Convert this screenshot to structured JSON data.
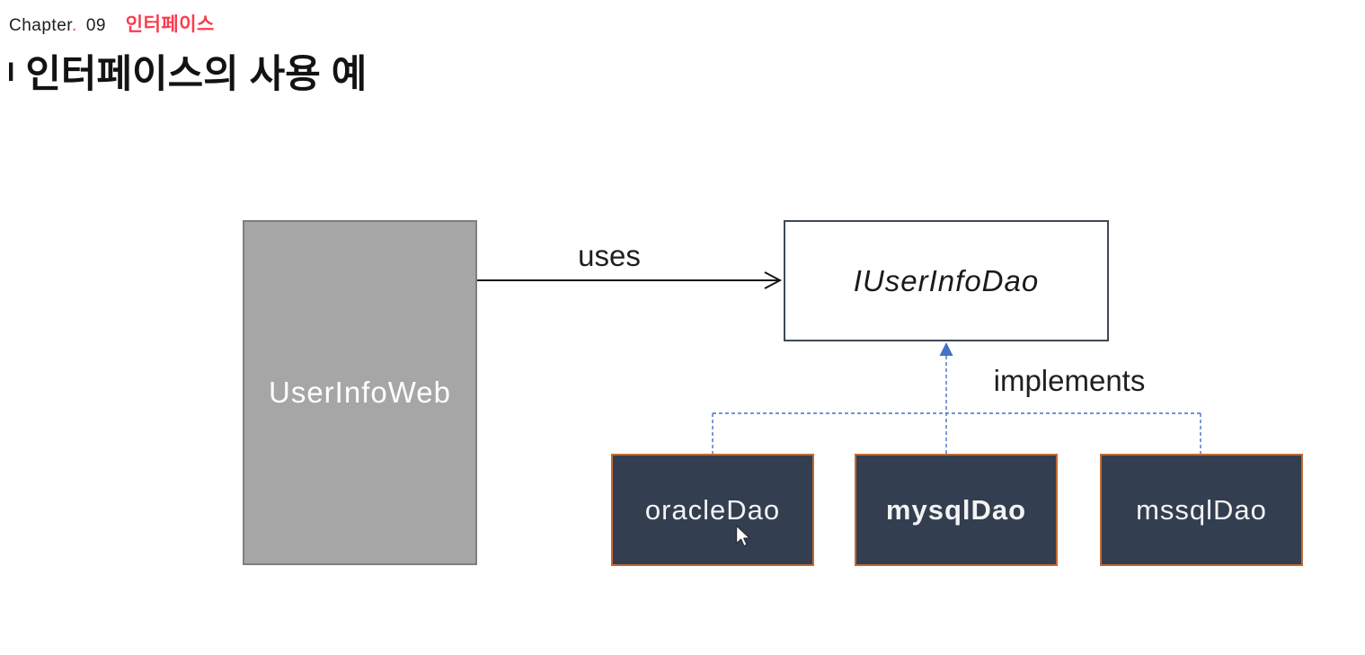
{
  "header": {
    "chapter_label": "Chapter",
    "chapter_dot": ".",
    "chapter_number": "09",
    "chapter_topic": "인터페이스",
    "title_marker": "I",
    "title": "인터페이스의 사용 예"
  },
  "diagram": {
    "client_box": {
      "label": "UserInfoWeb"
    },
    "interface_box": {
      "label": "IUserInfoDao"
    },
    "uses_label": "uses",
    "implements_label": "implements",
    "implementations": [
      {
        "label": "oracleDao"
      },
      {
        "label": "mysqlDao"
      },
      {
        "label": "mssqlDao"
      }
    ],
    "icons": {
      "cursor": "mouse-pointer-icon",
      "uses_arrow": "solid-arrow-right",
      "implements_arrow": "dashed-arrow-up"
    },
    "colors": {
      "accent_red": "#fb3b4e",
      "client_fill": "#a6a6a6",
      "client_border": "#7e7e7e",
      "interface_border": "#3f4956",
      "impl_fill": "#333e50",
      "impl_border": "#c06b34",
      "connector_blue": "#4472c4",
      "arrow_black": "#151515"
    }
  }
}
